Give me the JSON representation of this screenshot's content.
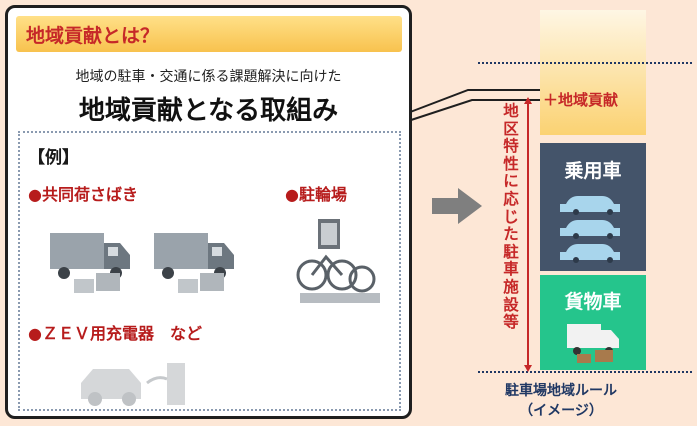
{
  "card": {
    "header": "地域貢献とは？",
    "subtitle": "地域の駐車・交通に係る課題解決に向けた",
    "title": "地域貢献となる取組み",
    "examples_title": "【例】",
    "items": [
      "●共同荷さばき",
      "●駐輪場",
      "●ＺＥＶ用充電器　など"
    ]
  },
  "bar": {
    "plus_label": "＋地域貢献",
    "car_label": "乗用車",
    "cargo_label": "貨物車",
    "side_label": "地区特性に応じた駐車施設等",
    "caption_1": "駐車場地域ルール",
    "caption_2": "（イメージ）"
  },
  "colors": {
    "accent_red": "#c62828",
    "navy": "#203864",
    "car_bar": "#44546a",
    "cargo_bar": "#25c58c",
    "background": "#fde7d6"
  }
}
